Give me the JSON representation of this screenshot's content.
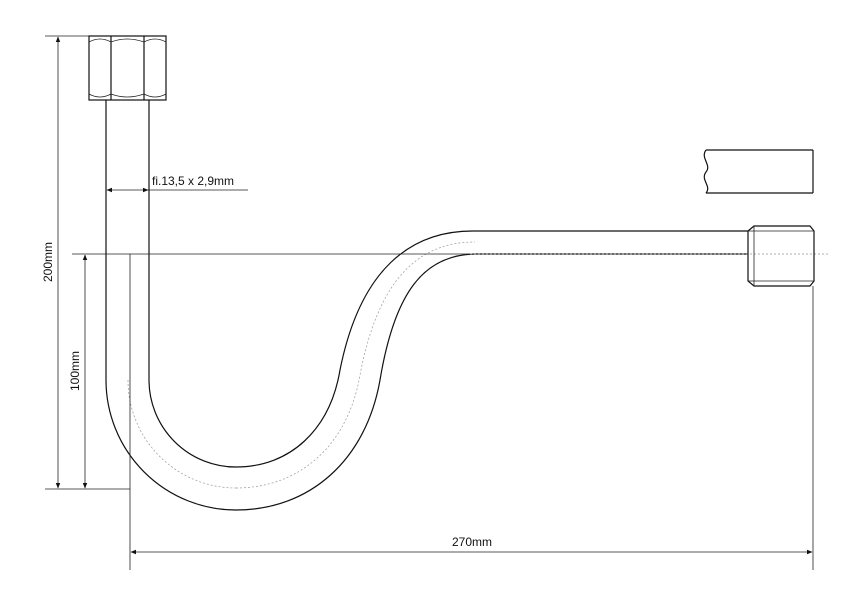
{
  "dimensions": {
    "overall_height": "200mm",
    "bend_height": "100mm",
    "overall_width": "270mm",
    "tube_size": "fi.13,5 x 2,9mm"
  },
  "colors": {
    "line": "#111111",
    "centerline": "#999999",
    "background": "#ffffff"
  }
}
